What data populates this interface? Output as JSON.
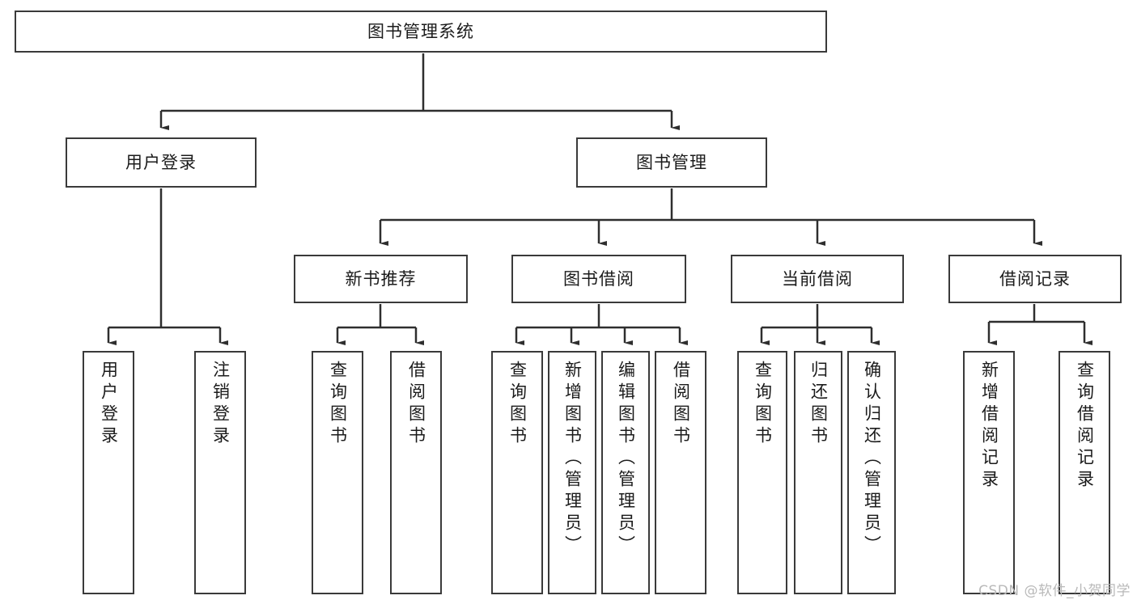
{
  "diagram": {
    "title": "图书管理系统",
    "type": "hierarchy-tree",
    "watermark": "CSDN @软件_小贺同学",
    "colors": {
      "box_border": "#3a3a3a",
      "box_fill": "#ffffff",
      "connector": "#2e2e2e",
      "text": "#1b1b1b",
      "watermark": "#b9b9b9"
    },
    "root": {
      "label": "图书管理系统"
    },
    "level2": [
      {
        "label": "用户登录"
      },
      {
        "label": "图书管理"
      }
    ],
    "level3": [
      {
        "label": "新书推荐"
      },
      {
        "label": "图书借阅"
      },
      {
        "label": "当前借阅"
      },
      {
        "label": "借阅记录"
      }
    ],
    "leaves": {
      "user_login": [
        {
          "label": "用户登录"
        },
        {
          "label": "注销登录"
        }
      ],
      "new_book": [
        {
          "label": "查询图书"
        },
        {
          "label": "借阅图书"
        }
      ],
      "book_borrow": [
        {
          "label": "查询图书"
        },
        {
          "label": "新增图书（管理员）"
        },
        {
          "label": "编辑图书（管理员）"
        },
        {
          "label": "借阅图书"
        }
      ],
      "current_borrow": [
        {
          "label": "查询图书"
        },
        {
          "label": "归还图书"
        },
        {
          "label": "确认归还（管理员）"
        }
      ],
      "borrow_record": [
        {
          "label": "新增借阅记录"
        },
        {
          "label": "查询借阅记录"
        }
      ]
    }
  }
}
